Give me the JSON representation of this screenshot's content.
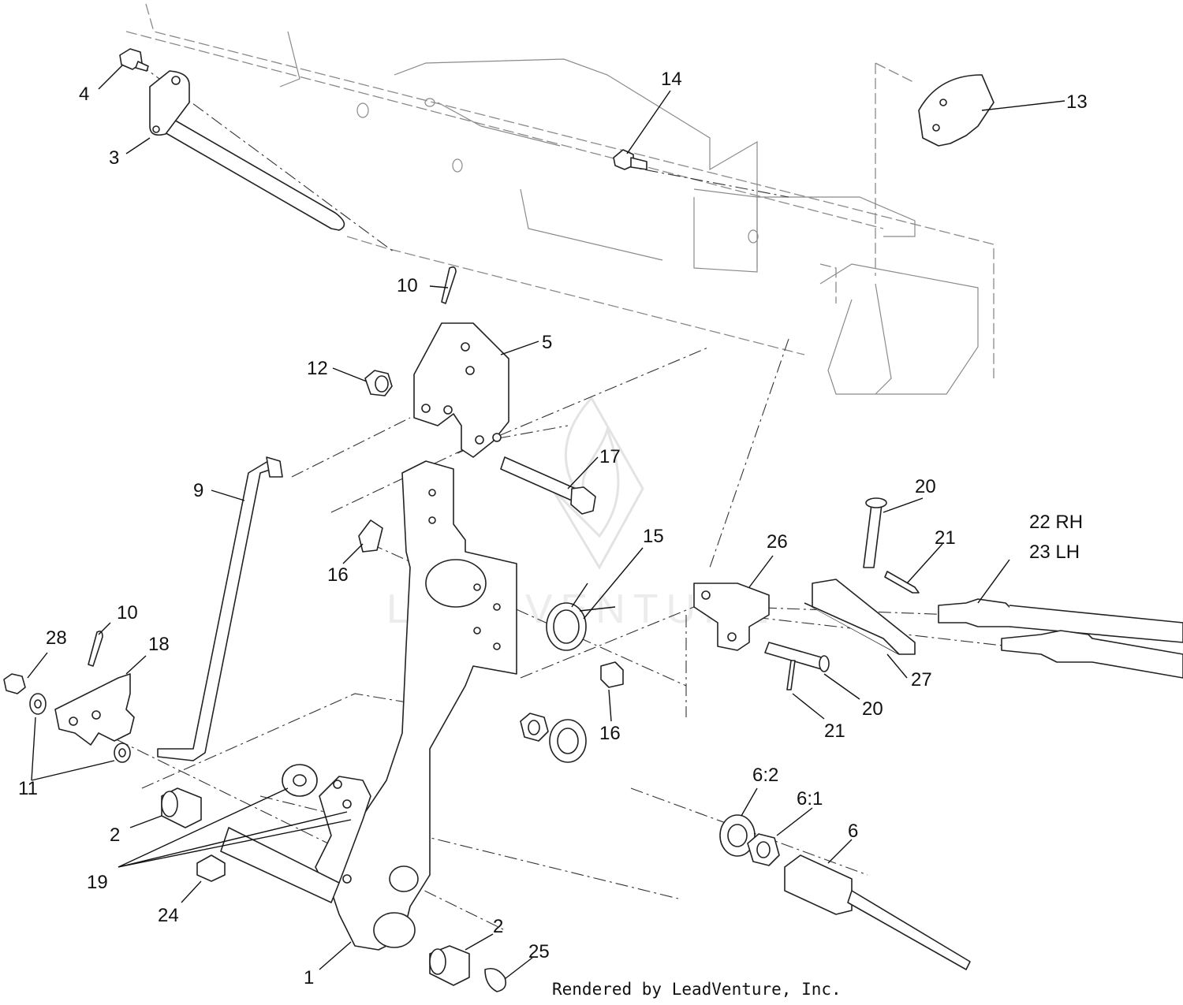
{
  "callouts": [
    {
      "id": "c4",
      "text": "4"
    },
    {
      "id": "c3",
      "text": "3"
    },
    {
      "id": "c14",
      "text": "14"
    },
    {
      "id": "c13",
      "text": "13"
    },
    {
      "id": "c10a",
      "text": "10"
    },
    {
      "id": "c5",
      "text": "5"
    },
    {
      "id": "c12",
      "text": "12"
    },
    {
      "id": "c17",
      "text": "17"
    },
    {
      "id": "c9",
      "text": "9"
    },
    {
      "id": "c15",
      "text": "15"
    },
    {
      "id": "c16a",
      "text": "16"
    },
    {
      "id": "c20a",
      "text": "20"
    },
    {
      "id": "c22",
      "text": "22  RH"
    },
    {
      "id": "c23",
      "text": "23  LH"
    },
    {
      "id": "c21a",
      "text": "21"
    },
    {
      "id": "c26",
      "text": "26"
    },
    {
      "id": "c10b",
      "text": "10"
    },
    {
      "id": "c28",
      "text": "28"
    },
    {
      "id": "c18",
      "text": "18"
    },
    {
      "id": "c27",
      "text": "27"
    },
    {
      "id": "c16b",
      "text": "16"
    },
    {
      "id": "c20b",
      "text": "20"
    },
    {
      "id": "c21b",
      "text": "21"
    },
    {
      "id": "c11",
      "text": "11"
    },
    {
      "id": "c2a",
      "text": "2"
    },
    {
      "id": "c62",
      "text": "6:2"
    },
    {
      "id": "c61",
      "text": "6:1"
    },
    {
      "id": "c6",
      "text": "6"
    },
    {
      "id": "c19",
      "text": "19"
    },
    {
      "id": "c24",
      "text": "24"
    },
    {
      "id": "c2b",
      "text": "2"
    },
    {
      "id": "c25",
      "text": "25"
    },
    {
      "id": "c1",
      "text": "1"
    }
  ],
  "footer": {
    "rendered_by": "Rendered by LeadVenture, Inc."
  },
  "watermark": {
    "text": "LEADVENTURE"
  }
}
